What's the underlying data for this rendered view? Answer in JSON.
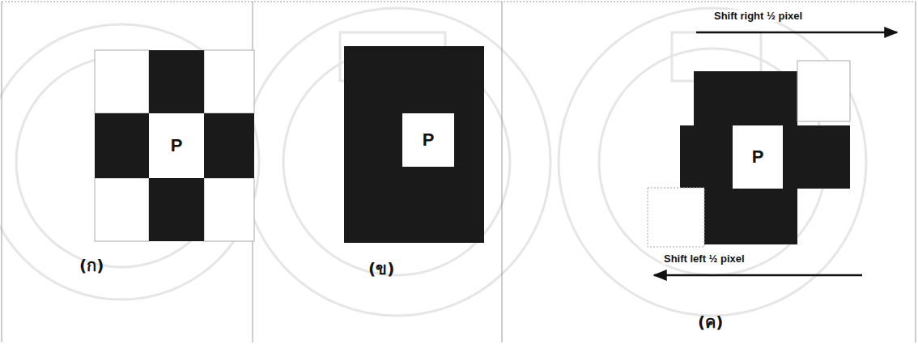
{
  "diagram": {
    "nodes": [
      {
        "text": [
          "P"
        ]
      },
      {
        "text": [
          "P"
        ]
      },
      {
        "text": [
          "P"
        ]
      }
    ],
    "labels": [
      "(ก)",
      "(ข)",
      "Shift right ½ pixel",
      "Shift left ½ pixel",
      "(ค)"
    ]
  }
}
